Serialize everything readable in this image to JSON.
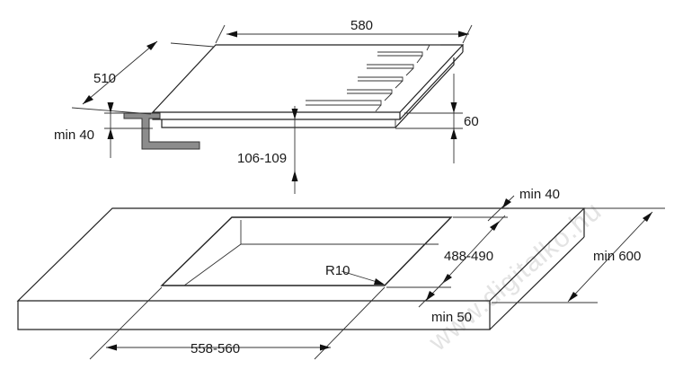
{
  "dimensions": {
    "hob_width": "580",
    "hob_depth": "510",
    "hob_height": "60",
    "clamp_min_thickness": "min 40",
    "clearance_below": "106-109",
    "edge_min_back": "min 40",
    "cutout_depth": "488-490",
    "corner_radius": "R10",
    "worktop_min_depth": "min 600",
    "edge_min_front": "min 50",
    "cutout_width": "558-560"
  },
  "watermark": "www.digitalko.hu",
  "colors": {
    "line": "#222222",
    "bracket_fill": "#8c8c8c",
    "watermark": "#e3e3e3"
  }
}
